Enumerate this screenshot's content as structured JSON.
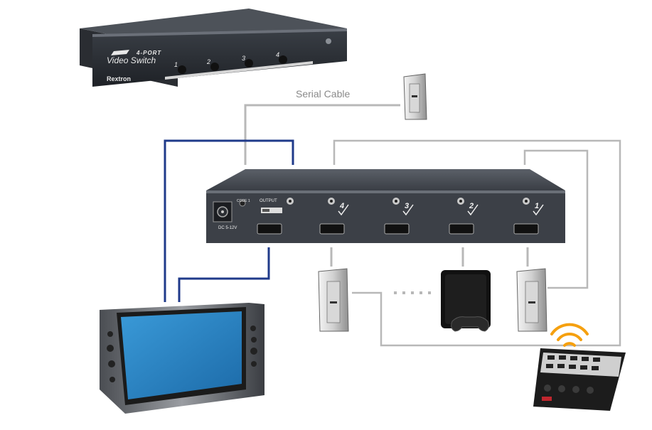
{
  "connections": {
    "serial_cable_label": "Serial Cable"
  },
  "front_unit": {
    "brand": "Rextron",
    "title_line1": "4-PORT",
    "title_line2": "Video Switch",
    "buttons": [
      "1",
      "2",
      "3",
      "4"
    ]
  },
  "back_panel": {
    "output_label": "OUTPUT",
    "code_label": "CODE 1",
    "dc_label": "DC 5-12V",
    "input_ports": [
      "4",
      "3",
      "2",
      "1"
    ]
  },
  "colors": {
    "hdmi_cable": "#1f3a8a",
    "serial_cable": "#b8b8b8",
    "device_body": "#2e3238",
    "wifi_signal": "#f5a00f",
    "tv_screen": "#2a86c8"
  },
  "icons": {
    "pc": "pc-tower-icon",
    "console": "game-console-icon",
    "gamepad": "gamepad-icon",
    "tv": "tv-monitor-icon",
    "remote": "remote-control-icon",
    "signal": "wireless-signal-icon"
  }
}
